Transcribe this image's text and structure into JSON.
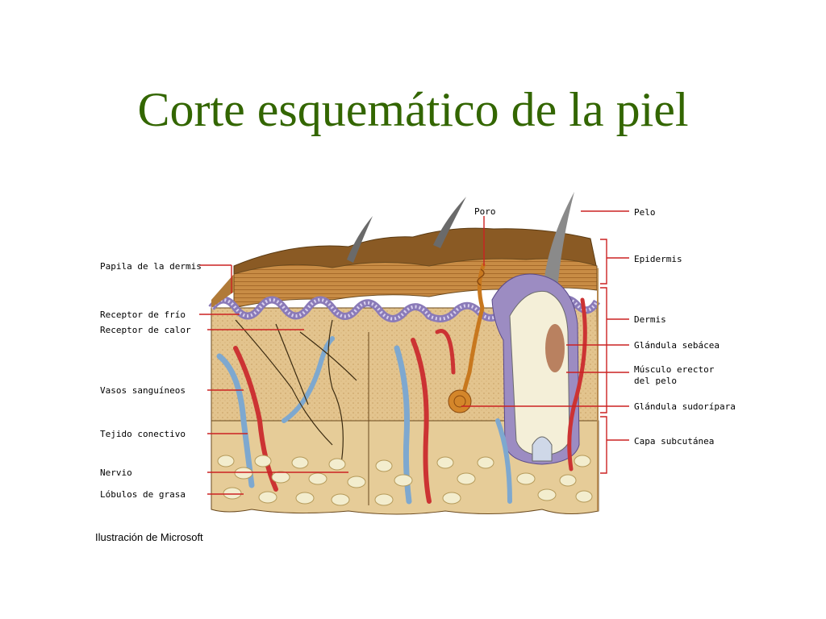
{
  "title": "Corte esquemático de la piel",
  "credit": "Ilustración de Microsoft",
  "labels": {
    "left": [
      "Papila de la dermis",
      "Receptor de frío",
      "Receptor de calor",
      "Vasos sanguíneos",
      "Tejido conectivo",
      "Nervio",
      "Lóbulos de grasa"
    ],
    "top": "Poro",
    "right": [
      "Pelo",
      "Epidermis",
      "Dermis",
      "Glándula sebácea",
      "Músculo erector",
      "del pelo",
      "Glándula sudorípara",
      "Capa subcutánea"
    ]
  },
  "colors": {
    "title": "#336600",
    "label_lines": "#cc2222",
    "epidermis": "#a86a28",
    "dermis": "#e3c48e",
    "fat": "#f3edce",
    "vein": "#7ea8cf",
    "artery": "#cc3333"
  }
}
